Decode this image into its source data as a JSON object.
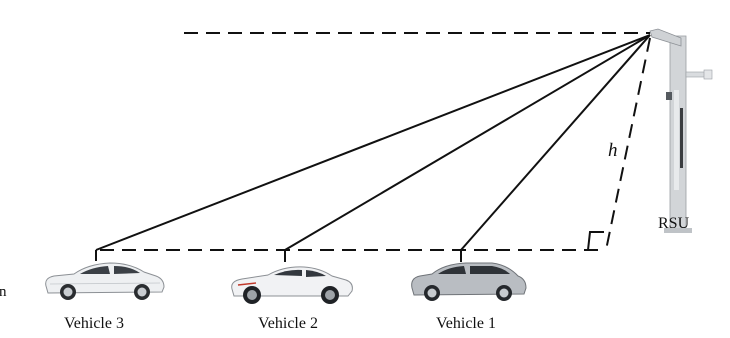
{
  "labels": {
    "rsu": "RSU",
    "height": "h",
    "vehicle_3": "Vehicle 3",
    "vehicle_2": "Vehicle 2",
    "vehicle_1": "Vehicle 1",
    "edge_fragment": "n"
  },
  "colors": {
    "line": "#111111",
    "car_white": "#eef0f2",
    "car_silver": "#b9bdc2",
    "pole": "#d2d5d8"
  },
  "icons": {
    "roadside_unit": "rsu-pole-icon",
    "car": "car-icon"
  }
}
